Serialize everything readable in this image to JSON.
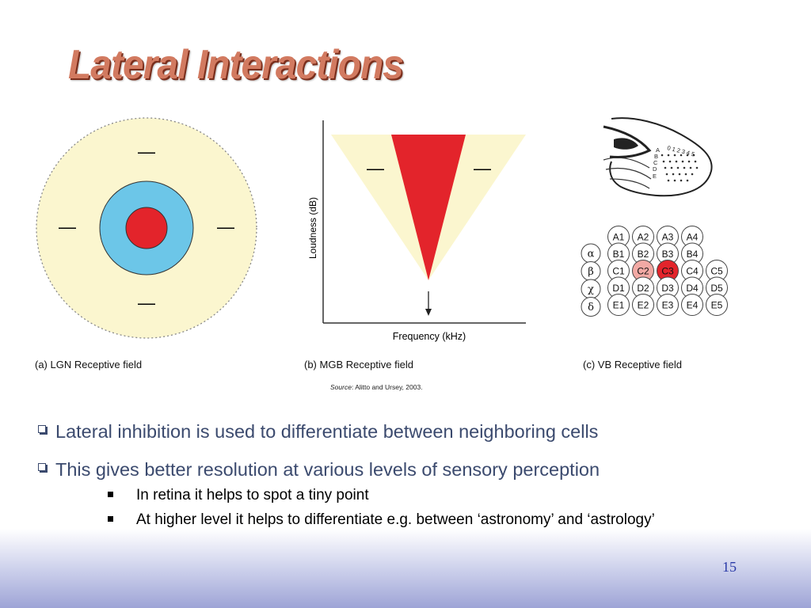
{
  "title": "Lateral Interactions",
  "figure": {
    "panel_a": {
      "caption": "(a)   LGN Receptive field",
      "minus": [
        "—",
        "—",
        "—",
        "—"
      ]
    },
    "panel_b": {
      "caption": "(b)   MGB Receptive field",
      "ylabel": "Loudness (dB)",
      "xlabel": "Frequency (kHz)",
      "minus": [
        "—",
        "—"
      ],
      "source_label": "Source",
      "source_text": ": Alitto and Ursey, 2003."
    },
    "panel_c": {
      "caption": "(c)   VB Receptive field",
      "grid_rows": [
        [
          "A1",
          "A2",
          "A3",
          "A4"
        ],
        [
          "B1",
          "B2",
          "B3",
          "B4"
        ],
        [
          "C1",
          "C2",
          "C3",
          "C4",
          "C5"
        ],
        [
          "D1",
          "D2",
          "D3",
          "D4",
          "D5"
        ],
        [
          "E1",
          "E2",
          "E3",
          "E4",
          "E5"
        ]
      ],
      "greek": [
        "α",
        "β",
        "χ",
        "δ"
      ],
      "sketch_rows": [
        "A",
        "B",
        "C",
        "D",
        "E"
      ],
      "sketch_cols": "0 1 2 3 4 5",
      "highlight": {
        "C2": "#f2a9a4",
        "C3": "#e3242b"
      }
    }
  },
  "bullets": [
    {
      "text": "Lateral inhibition is used to differentiate between neighboring cells",
      "sub": []
    },
    {
      "text": "This gives better resolution at various levels of sensory perception",
      "sub": [
        "In retina it helps to spot a tiny point",
        "At higher level it helps to differentiate e.g. between ‘astronomy’ and ‘astrology’"
      ]
    }
  ],
  "page_number": "15",
  "colors": {
    "title": "#d27a60",
    "surround": "#fbf6cf",
    "ring": "#6cc6e8",
    "center": "#e3242b",
    "bullet_text": "#3b4a6e",
    "page_number": "#2a3aa8"
  }
}
